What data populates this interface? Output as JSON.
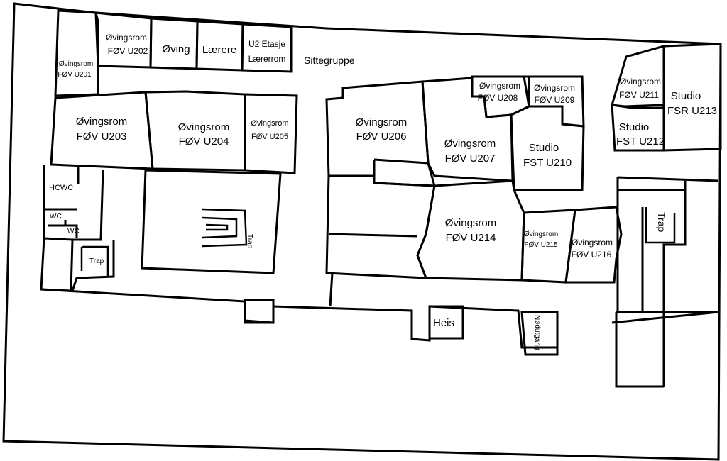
{
  "rooms": {
    "u201": {
      "line1": "Øvingsrom",
      "line2": "FØV U201"
    },
    "u202": {
      "line1": "Øvingsrom",
      "line2": "FØV U202"
    },
    "oving": "Øving",
    "laerere": "Lærere",
    "u2_laererrom": {
      "line1": "U2 Etasje",
      "line2": "Lærerrom"
    },
    "sittegruppe": "Sittegruppe",
    "u203": {
      "line1": "Øvingsrom",
      "line2": "FØV U203"
    },
    "u204": {
      "line1": "Øvingsrom",
      "line2": "FØV U204"
    },
    "u205": {
      "line1": "Øvingsrom",
      "line2": "FØV U205"
    },
    "u206": {
      "line1": "Øvingsrom",
      "line2": "FØV U206"
    },
    "u207": {
      "line1": "Øvingsrom",
      "line2": "FØV U207"
    },
    "u208": {
      "line1": "Øvingsrom",
      "line2": "FØV U208"
    },
    "u209": {
      "line1": "Øvingsrom",
      "line2": "FØV U209"
    },
    "u210": {
      "line1": "Studio",
      "line2": "FST U210"
    },
    "u211": {
      "line1": "Øvingsrom",
      "line2": "FØV U211"
    },
    "u212": {
      "line1": "Studio",
      "line2": "FST U212"
    },
    "u213": {
      "line1": "Studio",
      "line2": "FSR U213"
    },
    "u214": {
      "line1": "Øvingsrom",
      "line2": "FØV U214"
    },
    "u215": {
      "line1": "Øvingsrom",
      "line2": "FØV U215"
    },
    "u216": {
      "line1": "Øvingsrom",
      "line2": "FØV U216"
    },
    "hcwc": "HCWC",
    "wc1": "WC",
    "wc2": "WC",
    "trap_left": "Trap",
    "trap_center": "Trap",
    "trap_right": "Trap",
    "heis": "Heis",
    "nodutgang": "Nødutgang"
  }
}
